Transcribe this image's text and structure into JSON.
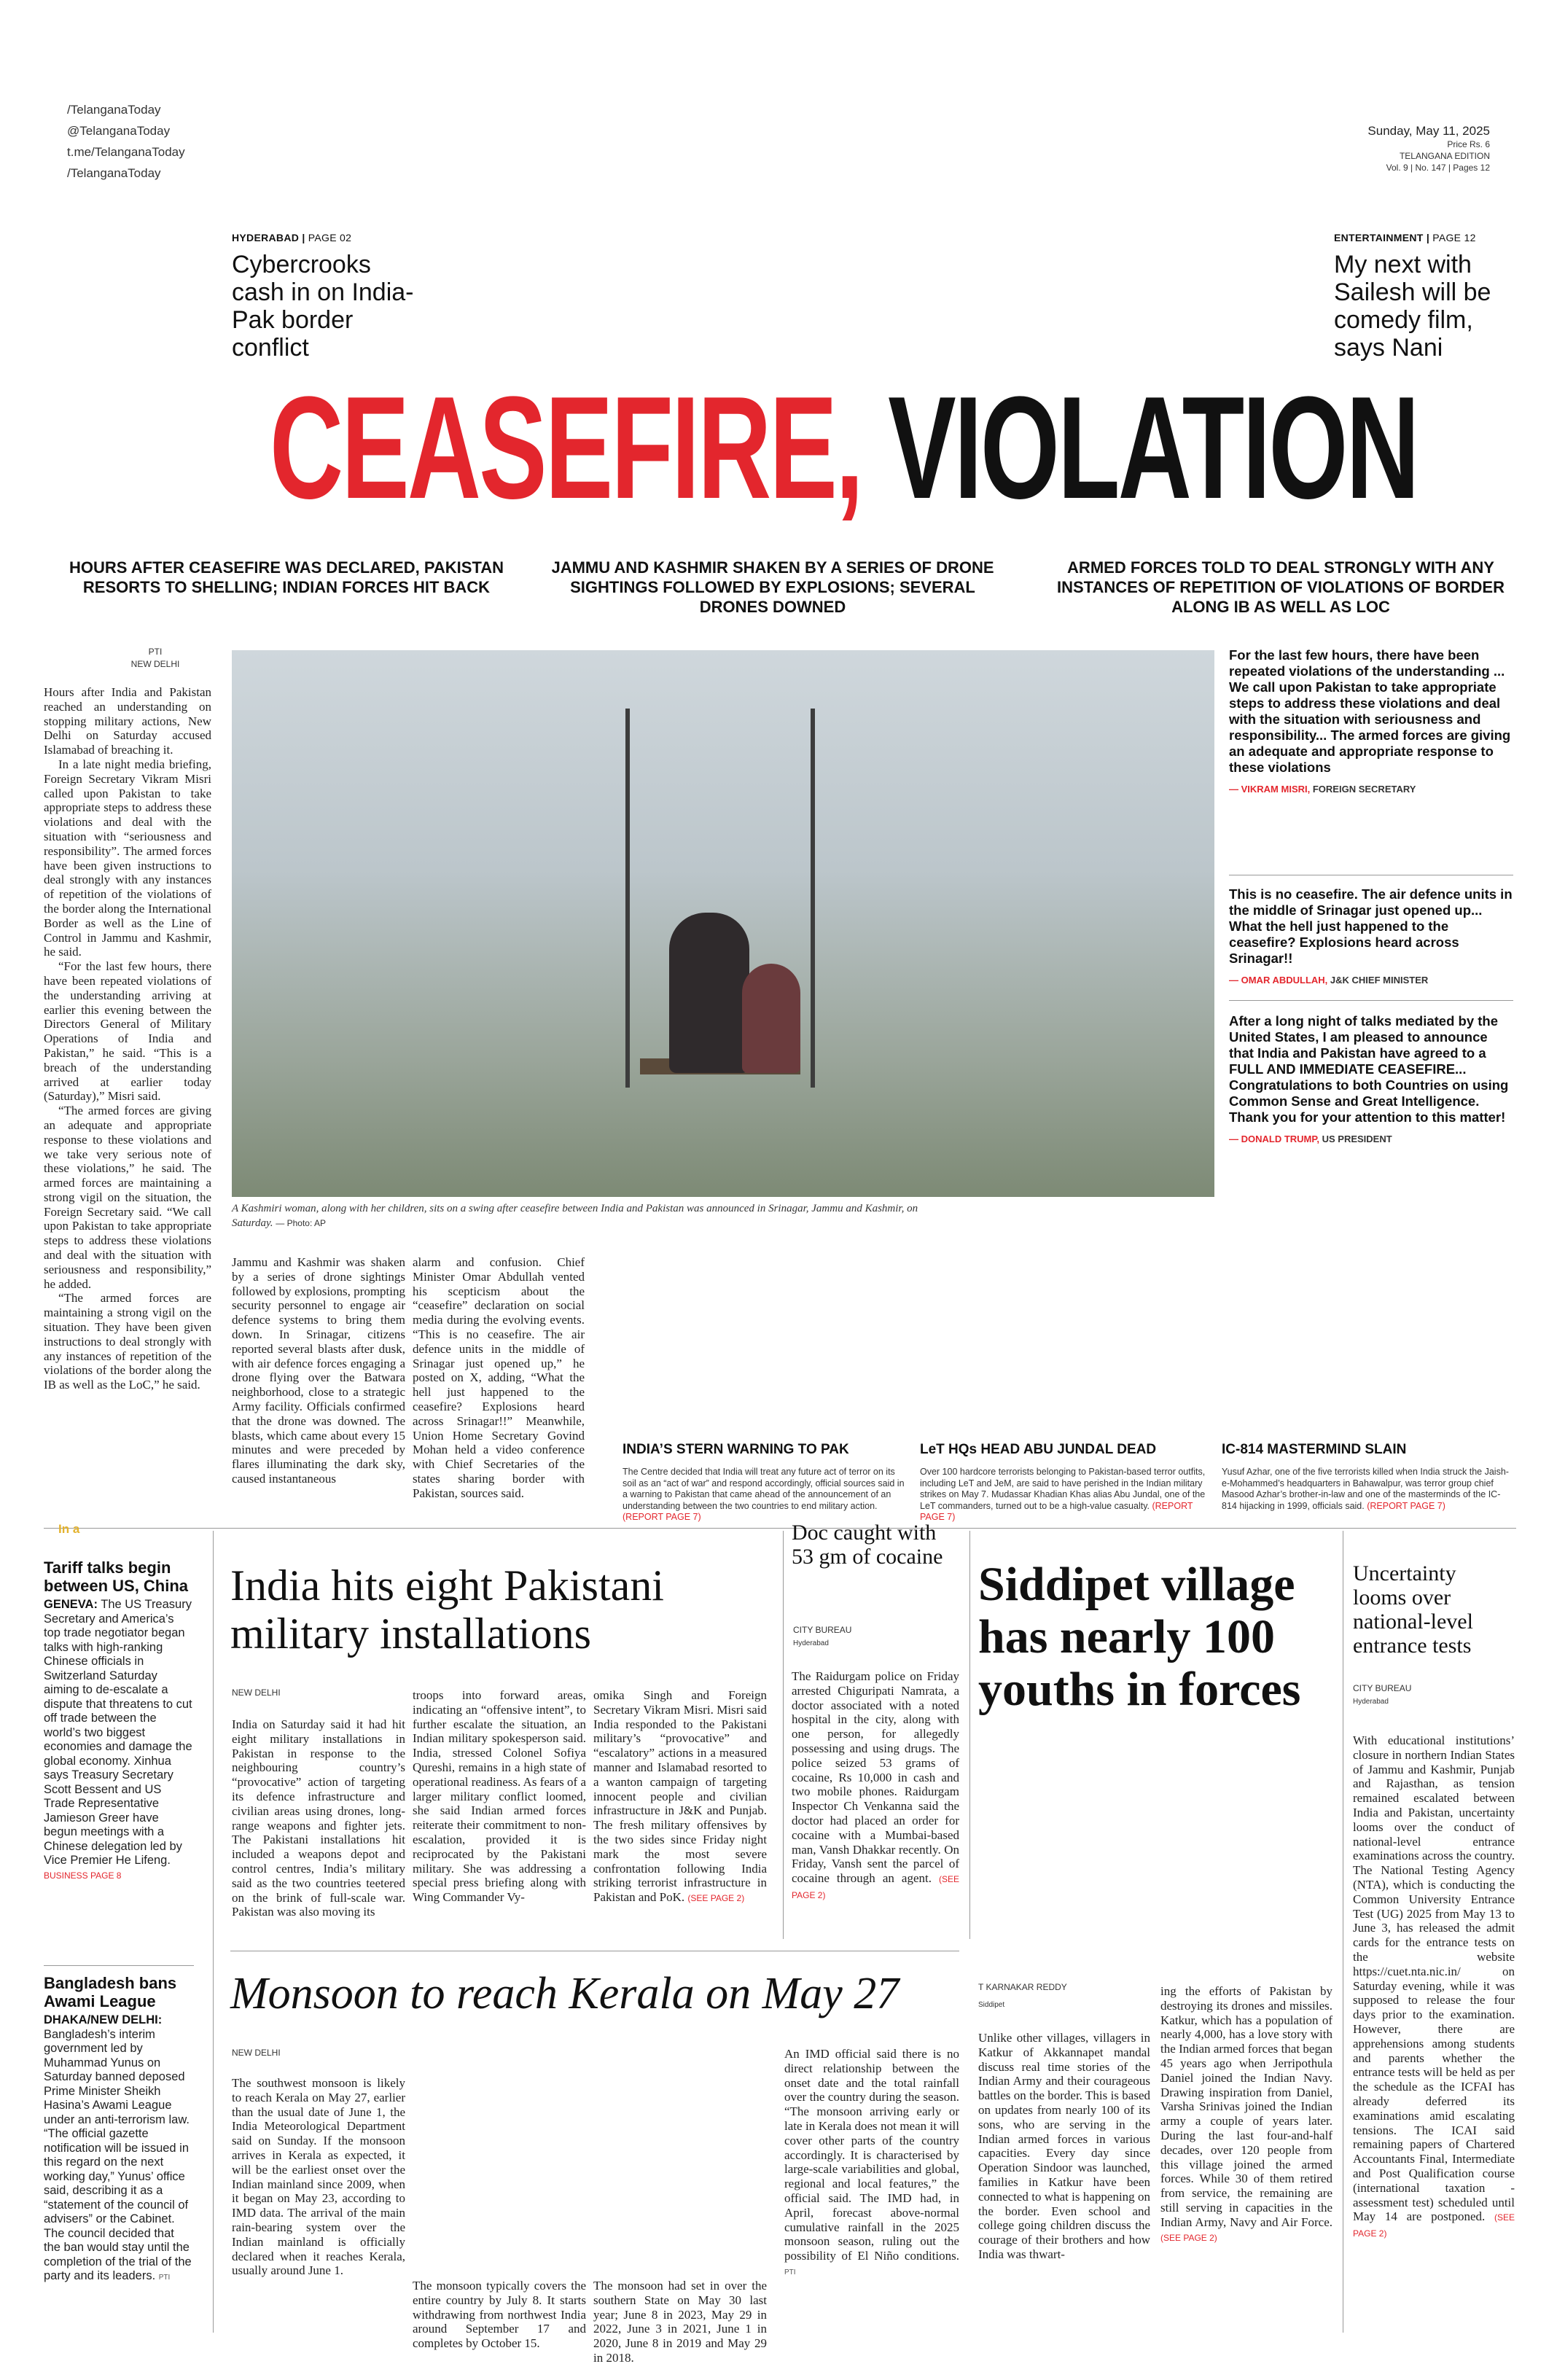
{
  "social": [
    "/TelanganaToday",
    "@TelanganaToday",
    "t.me/TelanganaToday",
    "/TelanganaToday"
  ],
  "masthead": {
    "date": "Sunday, May 11, 2025",
    "price": "Price Rs. 6",
    "edition": "TELANGANA EDITION",
    "vol": "Vol. 9 | No. 147 | Pages 12"
  },
  "teasers": [
    {
      "section": "HYDERABAD",
      "page": "PAGE 02",
      "title": "Cybercrooks cash in on India-Pak border conflict"
    },
    {
      "section": "ENTERTAINMENT",
      "page": "PAGE 12",
      "title": "My next with Sailesh will be comedy film, says Nani"
    }
  ],
  "headline": {
    "part1": "CEASEFIRE,",
    "part2": "VIOLATION"
  },
  "decks": [
    "HOURS AFTER CEASEFIRE WAS DECLARED, PAKISTAN RESORTS TO SHELLING; INDIAN FORCES HIT BACK",
    "JAMMU AND KASHMIR SHAKEN BY A SERIES OF DRONE SIGHTINGS FOLLOWED BY EXPLOSIONS; SEVERAL DRONES DOWNED",
    "ARMED FORCES TOLD TO DEAL STRONGLY WITH ANY INSTANCES OF REPETITION OF VIOLATIONS OF BORDER ALONG IB AS WELL AS LOC"
  ],
  "lead": {
    "byline": "PTI",
    "dateline": "NEW DELHI",
    "p1": "Hours after India and Pakistan reached an understanding on stopping military actions, New Delhi on Saturday accused Islamabad of breaching it.",
    "p2": "In a late night media briefing, Foreign Secretary Vikram Misri called upon Pakistan to take appropriate steps to address these violations and deal with the situation with “seriousness and responsibility”. The armed forces have been given instructions to deal strongly with any instances of repetition of the violations of the border along the International Border as well as the Line of Control in Jammu and Kashmir, he said.",
    "p3": "“For the last few hours, there have been repeated violations of the understanding arriving at earlier this evening between the Directors General of Military Operations of India and Pakistan,” he said. “This is a breach of the understanding arrived at earlier today (Saturday),” Misri said.",
    "p4": "“The armed forces are giving an adequate and appropriate response to these violations and we take very serious note of these violations,” he said. The armed forces are maintaining a strong vigil on the situation, the Foreign Secretary said. “We call upon Pakistan to take appropriate steps to address these violations and deal with the situation with seriousness and responsibility,” he added.",
    "p5": "“The armed forces are maintaining a strong vigil on the situation. They have been given instructions to deal strongly with any instances of repetition of the violations of the border along the IB as well as the LoC,” he said.",
    "c2": "Jammu and Kashmir was shaken by a series of drone sightings followed by explosions, prompting security personnel to engage air defence systems to bring them down. In Srinagar, citizens reported several blasts after dusk, with air defence forces engaging a drone flying over the Batwara neighborhood, close to a strategic Army facility. Officials confirmed that the drone was downed. The blasts, which came about every 15 minutes and were preceded by flares illuminating the dark sky, caused instantaneous",
    "c3": "alarm and confusion. Chief Minister Omar Abdullah vented his scepticism about the “ceasefire” declaration on social media during the evolving events. “This is no ceasefire. The air defence units in the middle of Srinagar just opened up,” he posted on X, adding, “What the hell just happened to the ceasefire? Explosions heard across Srinagar!!” Meanwhile, Union Home Secretary Govind Mohan held a video conference with Chief Secretaries of the states sharing border with Pakistan, sources said."
  },
  "photo_caption": {
    "text": "A Kashmiri woman, along with her children, sits on a swing after ceasefire between India and Pakistan was announced in Srinagar, Jammu and Kashmir, on Saturday.",
    "credit": "— Photo: AP"
  },
  "quotes": [
    {
      "text": "For the last few hours, there have been repeated violations of the understanding ... We call upon Pakistan to take appropriate steps to address these violations and deal with the situation with seriousness and responsibility... The armed forces are giving an adequate and appropriate response to these violations",
      "name": "— VIKRAM MISRI,",
      "role": "FOREIGN SECRETARY"
    },
    {
      "text": "This is no ceasefire. The air defence units in the middle of Srinagar just opened up... What the hell just happened to the ceasefire? Explosions heard across Srinagar!!",
      "name": "— OMAR ABDULLAH,",
      "role": "J&K CHIEF MINISTER"
    },
    {
      "text": "After a long night of talks mediated by the United States, I am pleased to announce that India and Pakistan have agreed to a FULL AND IMMEDIATE CEASEFIRE... Congratulations to both Countries on using Common Sense and Great Intelligence. Thank you for your attention to this matter!",
      "name": "— DONALD TRUMP,",
      "role": "US PRESIDENT"
    }
  ],
  "briefs": [
    {
      "title": "INDIA’S STERN WARNING TO PAK",
      "body": "The Centre decided that India will treat any future act of terror on its soil as an “act of war” and respond accordingly, official sources said in a warning to Pakistan that came ahead of the announcement of an understanding between the two countries to end military action.",
      "ref": "(REPORT PAGE 7)"
    },
    {
      "title": "LeT HQs HEAD ABU JUNDAL DEAD",
      "body": "Over 100 hardcore terrorists belonging to Pakistan-based terror outfits, including LeT and JeM, are said to have perished in the Indian military strikes on May 7. Mudassar Khadian Khas alias Abu Jundal, one of the LeT commanders, turned out to be a high-value casualty.",
      "ref": "(REPORT PAGE 7)"
    },
    {
      "title": "IC-814 MASTERMIND SLAIN",
      "body": "Yusuf Azhar, one of the five terrorists killed when India struck the Jaish-e-Mohammed’s headquarters in Bahawalpur, was terror group chief Masood Azhar’s brother-in-law and one of the masterminds of the IC-814 hijacking in 1999, officials said.",
      "ref": "(REPORT PAGE 7)"
    }
  ],
  "sidebar_label": "In a",
  "sidebar": [
    {
      "title": "Tariff talks begin between US, China",
      "dateline": "GENEVA:",
      "body": "The US Treasury Secretary and America’s top trade negotiator began talks with high-ranking Chinese officials in Switzerland Saturday aiming to de-escalate a dispute that threatens to cut off trade between the world’s two biggest economies and damage the global economy. Xinhua says Treasury Secretary Scott Bessent and US Trade Representative Jamieson Greer have begun meetings with a Chinese delegation led by Vice Premier He Lifeng.",
      "ref": "BUSINESS PAGE 8"
    },
    {
      "title": "Bangladesh bans Awami League",
      "dateline": "DHAKA/NEW DELHI:",
      "body": "Bangladesh’s interim government led by Muhammad Yunus on Saturday banned deposed Prime Minister Sheikh Hasina’s Awami League under an anti-terrorism law. “The official gazette notification will be issued in this regard on the next working day,” Yunus’ office said, describing it as a “statement of the council of advisers” or the Cabinet. The council decided that the ban would stay until the completion of the trial of the party and its leaders.",
      "ref": "PTI"
    }
  ],
  "story_strikes": {
    "title": "India hits eight Pakistani military installations",
    "dateline": "NEW DELHI",
    "c1": "India on Saturday said it had hit eight military installations in Pakistan in response to the neighbouring country’s “provocative” action of targeting its defence infrastructure and civilian areas using drones, long-range weapons and fighter jets. The Pakistani installations hit included a weapons depot and control centres, India’s military said as the two countries teetered on the brink of full-scale war. Pakistan was also moving its",
    "c2": "troops into forward areas, indicating an “offensive intent”, to further escalate the situation, an Indian military spokesperson said. India, stressed Colonel Sofiya Qureshi, remains in a high state of operational readiness. As fears of a larger military conflict loomed, she said Indian armed forces reiterate their commitment to non-escalation, provided it is reciprocated by the Pakistani military. She was addressing a special press briefing along with Wing Commander Vy-",
    "c3": "omika Singh and Foreign Secretary Vikram Misri. Misri said India responded to the Pakistani military’s “provocative” and “escalatory” actions in a measured manner and Islamabad resorted to a wanton campaign of targeting innocent people and civilian infrastructure in J&K and Punjab. The fresh military offensives by the two sides since Friday night mark the most severe confrontation following India striking terrorist infrastructure in Pakistan and PoK.",
    "ref": "(SEE PAGE 2)"
  },
  "story_cocaine": {
    "title": "Doc caught with 53 gm of cocaine",
    "byline": "CITY BUREAU",
    "dateline": "Hyderabad",
    "body": "The Raidurgam police on Friday arrested Chiguripati Namrata, a doctor associated with a noted hospital in the city, along with one person, for allegedly possessing and using drugs. The police seized 53 grams of cocaine, Rs 10,000 in cash and two mobile phones. Raidurgam Inspector Ch Venkanna said the doctor had placed an order for cocaine with a Mumbai-based man, Vansh Dhakkar recently. On Friday, Vansh sent the parcel of cocaine through an agent.",
    "ref": "(SEE PAGE 2)"
  },
  "story_siddipet": {
    "title": "Siddipet village has nearly 100 youths in forces",
    "byline": "T KARNAKAR REDDY",
    "dateline": "Siddipet",
    "c1": "Unlike other villages, villagers in Katkur of Akkannapet mandal discuss real time stories of the Indian Army and their courageous battles on the border. This is based on updates from nearly 100 of its sons, who are serving in the Indian armed forces in various capacities. Every day since Operation Sindoor was launched, families in Katkur have been connected to what is happening on the border. Even school and college going children discuss the courage of their brothers and how India was thwart-",
    "c2": "ing the efforts of Pakistan by destroying its drones and missiles. Katkur, which has a population of nearly 4,000, has a love story with the Indian armed forces that began 45 years ago when Jerripothula Daniel joined the Indian Navy. Drawing inspiration from Daniel, Varsha Srinivas joined the Indian army a couple of years later. During the last four-and-half decades, over 120 people from this village joined the armed forces. While 30 of them retired from service, the remaining are still serving in capacities in the Indian Army, Navy and Air Force.",
    "ref": "(SEE PAGE 2)"
  },
  "story_exams": {
    "title": "Uncertainty looms over national-level entrance tests",
    "byline": "CITY BUREAU",
    "dateline": "Hyderabad",
    "body": "With educational institutions’ closure in northern Indian States of Jammu and Kashmir, Punjab and Rajasthan, as tension remained escalated between India and Pakistan, uncertainty looms over the conduct of national-level entrance examinations across the country. The National Testing Agency (NTA), which is conducting the Common University Entrance Test (UG) 2025 from May 13 to June 3, has released the admit cards for the entrance tests on the website https://cuet.nta.nic.in/ on Saturday evening, while it was supposed to release the four days prior to the examination. However, there are apprehensions among students and parents whether the entrance tests will be held as per the schedule as the ICFAI has already deferred its examinations amid escalating tensions. The ICAI said remaining papers of Chartered Accountants Final, Intermediate and Post Qualification course (international taxation - assessment test) scheduled until May 14 are postponed.",
    "ref": "(SEE PAGE 2)"
  },
  "story_monsoon": {
    "title": "Monsoon to reach Kerala on May 27",
    "dateline": "NEW DELHI",
    "c1": "The southwest monsoon is likely to reach Kerala on May 27, earlier than the usual date of June 1, the India Meteorological Department said on Sunday. If the monsoon arrives in Kerala as expected, it will be the earliest onset over the Indian mainland since 2009, when it began on May 23, according to IMD data. The arrival of the main rain-bearing system over the Indian mainland is officially declared when it reaches Kerala, usually around June 1.",
    "c2": "The monsoon typically covers the entire country by July 8. It starts withdrawing from northwest India around September 17 and completes by October 15.",
    "c3": "The monsoon had set in over the southern State on May 30 last year; June 8 in 2023, May 29 in 2022, June 3 in 2021, June 1 in 2020, June 8 in 2019 and May 29 in 2018.",
    "c4": "An IMD official said there is no direct relationship between the onset date and the total rainfall over the country during the season. “The monsoon arriving early or late in Kerala does not mean it will cover other parts of the country accordingly. It is characterised by large-scale variabilities and global, regional and local features,” the official said. The IMD had, in April, forecast above-normal cumulative rainfall in the 2025 monsoon season, ruling out the possibility of El Niño conditions.",
    "ref": "PTI"
  }
}
